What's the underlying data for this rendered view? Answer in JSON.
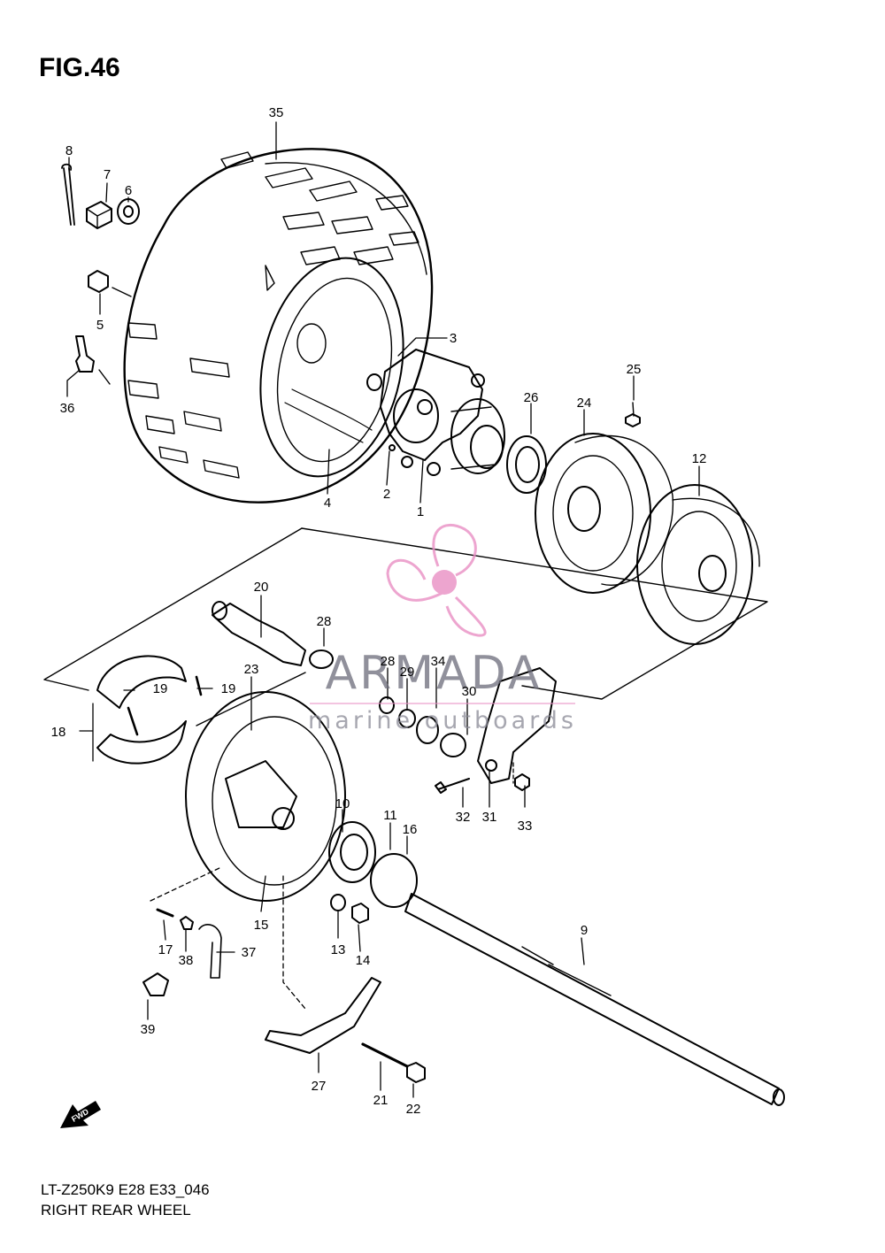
{
  "figure": {
    "title": "FIG.46"
  },
  "footer": {
    "model_code": "LT-Z250K9 E28 E33_046",
    "section_name": "RIGHT REAR WHEEL"
  },
  "watermark": {
    "brand": "ARMADA",
    "tagline": "marine outboards",
    "accent": "#e98fc4",
    "text_color": "#6c6c7a"
  },
  "fwd_badge": {
    "label": "FWD",
    "icon": "fwd-arrow-icon"
  },
  "callouts": {
    "c1": "1",
    "c2": "2",
    "c3": "3",
    "c4": "4",
    "c5": "5",
    "c6": "6",
    "c7": "7",
    "c8": "8",
    "c9": "9",
    "c10": "10",
    "c11": "11",
    "c12": "12",
    "c13": "13",
    "c14": "14",
    "c15": "15",
    "c16": "16",
    "c17": "17",
    "c18": "18",
    "c19a": "19",
    "c19b": "19",
    "c20": "20",
    "c21": "21",
    "c22": "22",
    "c23": "23",
    "c24": "24",
    "c25": "25",
    "c26": "26",
    "c27": "27",
    "c28a": "28",
    "c28b": "28",
    "c29": "29",
    "c30": "30",
    "c31": "31",
    "c32": "32",
    "c33": "33",
    "c34": "34",
    "c35": "35",
    "c36": "36",
    "c37": "37",
    "c38": "38",
    "c39": "39"
  }
}
